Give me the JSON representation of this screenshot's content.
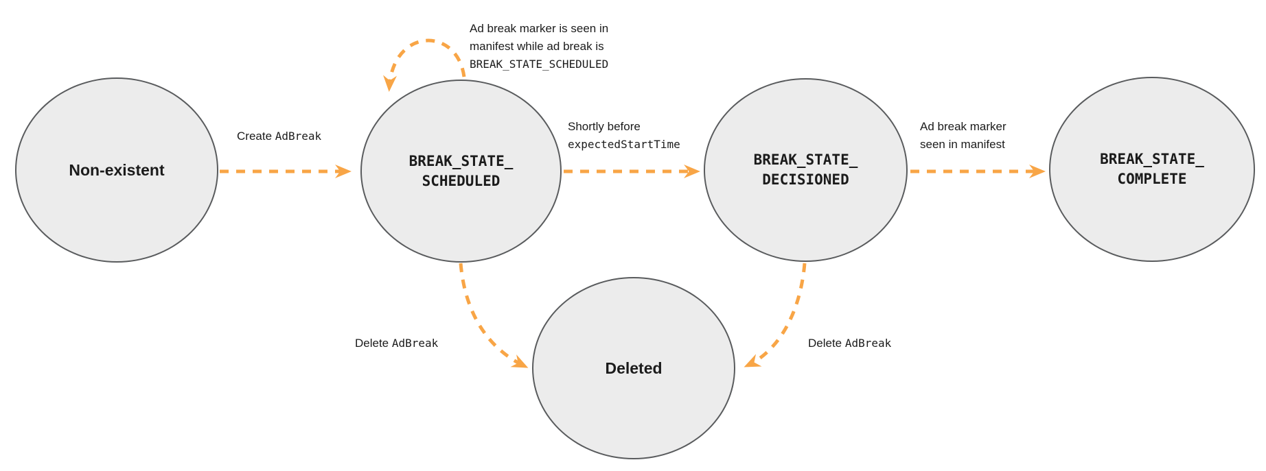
{
  "colors": {
    "edge_orange": "#F8A546",
    "state_fill": "#ececec",
    "state_border": "#595b5d",
    "text": "#1b1b1b"
  },
  "states": {
    "non_existent": {
      "label": "Non-existent"
    },
    "scheduled": {
      "label": "BREAK_STATE_\nSCHEDULED"
    },
    "decisioned": {
      "label": "BREAK_STATE_\nDECISIONED"
    },
    "complete": {
      "label": "BREAK_STATE_\nCOMPLETE"
    },
    "deleted": {
      "label": "Deleted"
    }
  },
  "transitions": {
    "create": {
      "text_sans": "Create ",
      "text_mono": "AdBreak"
    },
    "self_loop": {
      "line1": "Ad break marker is seen in",
      "line2": "manifest while ad break is",
      "line3_mono": "BREAK_STATE_SCHEDULED"
    },
    "shortly_before": {
      "line1_sans": "Shortly before",
      "line2_mono": "expectedStartTime"
    },
    "marker_seen": {
      "line1": "Ad break marker",
      "line2": "seen in manifest"
    },
    "delete_left": {
      "text_sans": "Delete ",
      "text_mono": "AdBreak"
    },
    "delete_right": {
      "text_sans": "Delete ",
      "text_mono": "AdBreak"
    }
  }
}
